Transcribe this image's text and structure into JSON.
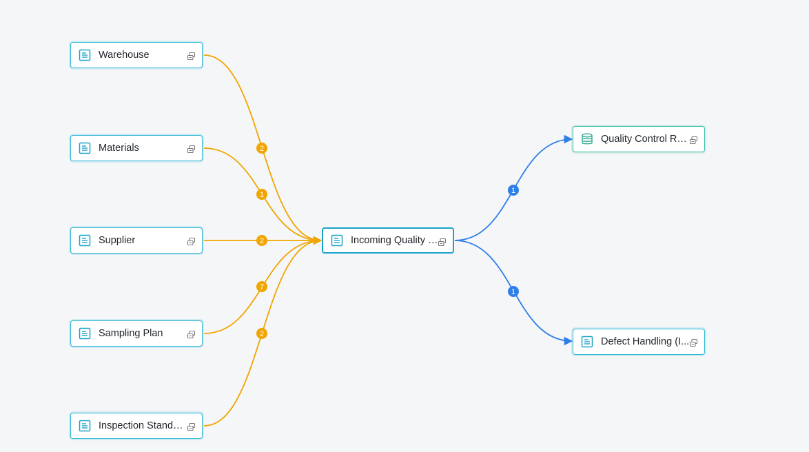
{
  "colors": {
    "node_border": "#2fb8d6",
    "db_border": "#3cc0a8",
    "upstream_edge": "#f0a500",
    "downstream_edge": "#2f7fe8",
    "background": "#f5f6f8"
  },
  "nodes": {
    "warehouse": {
      "label": "Warehouse",
      "icon": "table-icon"
    },
    "materials": {
      "label": "Materials",
      "icon": "table-icon"
    },
    "supplier": {
      "label": "Supplier",
      "icon": "table-icon"
    },
    "sampling_plan": {
      "label": "Sampling Plan",
      "icon": "table-icon"
    },
    "inspection_standard": {
      "label": "Inspection Standar...",
      "icon": "table-icon"
    },
    "incoming_quality": {
      "label": "Incoming Quality C...",
      "icon": "table-icon"
    },
    "quality_control": {
      "label": "Quality Control Re...",
      "icon": "database-icon"
    },
    "defect_handling": {
      "label": "Defect Handling (I...",
      "icon": "table-icon"
    }
  },
  "edges": {
    "warehouse": {
      "count": "2"
    },
    "materials": {
      "count": "1"
    },
    "supplier": {
      "count": "2"
    },
    "sampling_plan": {
      "count": "7"
    },
    "inspection_standard": {
      "count": "2"
    },
    "quality_control": {
      "count": "1"
    },
    "defect_handling": {
      "count": "1"
    }
  }
}
